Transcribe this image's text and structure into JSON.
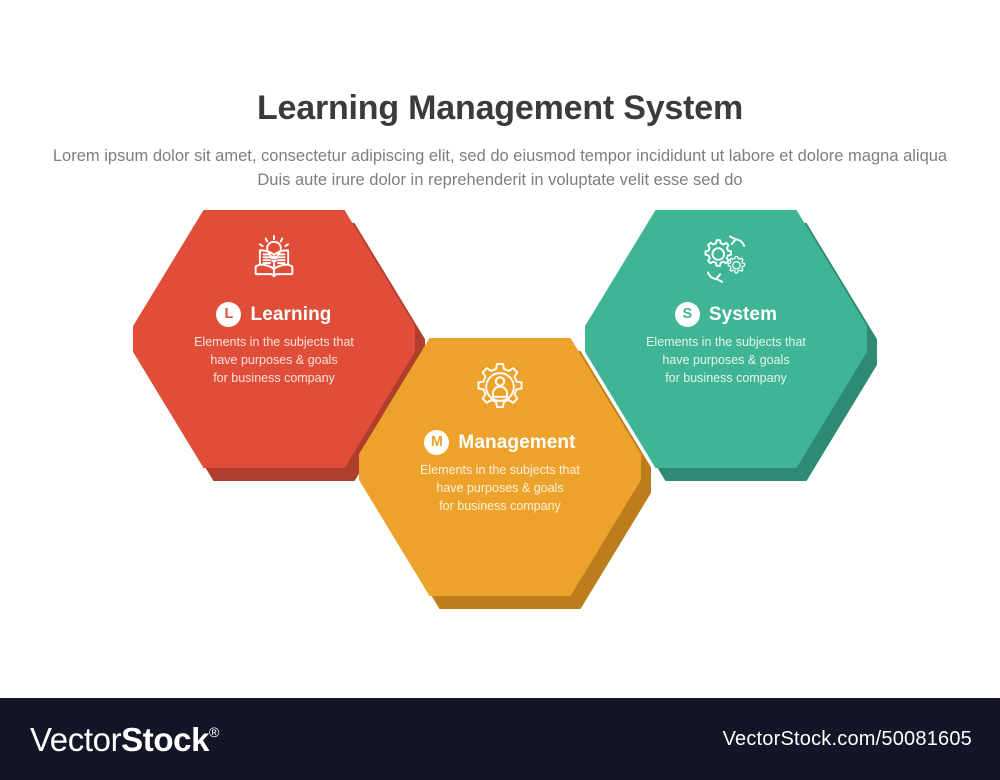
{
  "header": {
    "title": "Learning Management System",
    "subtitle": "Lorem ipsum dolor sit amet, consectetur adipiscing elit, sed do eiusmod tempor incididunt ut labore et dolore magna aliqua Duis aute irure dolor in reprehenderit in voluptate velit esse sed do"
  },
  "palette": {
    "red": "#e04e39",
    "red_shadow": "#b03e2e",
    "orange": "#eda22b",
    "orange_shadow": "#bd7d1c",
    "teal": "#3fb596",
    "teal_shadow": "#2e8a72",
    "background": "#ffffff",
    "title_color": "#3b3b3f",
    "subtitle_color": "#7d7d84",
    "footer_background": "#151528"
  },
  "hexagons": [
    {
      "key": "learning",
      "badge": "L",
      "title": "Learning",
      "description": "Elements in the subjects that\nhave  purposes & goals\nfor business company",
      "icon": "book-lightbulb-icon",
      "color": "#e04e39",
      "shadow_color": "#b03e2e"
    },
    {
      "key": "management",
      "badge": "M",
      "title": "Management",
      "description": "Elements in the subjects that\nhave  purposes & goals\nfor business company",
      "icon": "gear-person-icon",
      "color": "#eda22b",
      "shadow_color": "#bd7d1c"
    },
    {
      "key": "system",
      "badge": "S",
      "title": "System",
      "description": "Elements in the subjects that\nhave  purposes & goals\nfor business company",
      "icon": "gears-rotation-icon",
      "color": "#3fb596",
      "shadow_color": "#2e8a72"
    }
  ],
  "footer": {
    "logo_light": "Vector",
    "logo_bold": "Stock",
    "logo_registered": "®",
    "url": "VectorStock.com/50081605"
  }
}
